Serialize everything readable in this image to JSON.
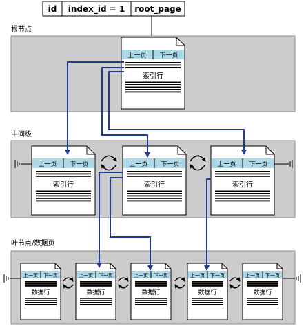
{
  "header_table": {
    "cells": [
      "id",
      "index_id = 1",
      "root_page"
    ]
  },
  "levels": {
    "root": "根节点",
    "intermediate": "中间级",
    "leaf": "叶节点/数据页"
  },
  "page": {
    "prev": "上一页",
    "next": "下一页"
  },
  "content": {
    "index_row": "索引行",
    "data_row": "数据行"
  },
  "colors": {
    "band": "#cccccc",
    "band_border": "#8c8c8c",
    "page_header": "#add8e6",
    "pointer_arrow": "#1f3b9a"
  }
}
